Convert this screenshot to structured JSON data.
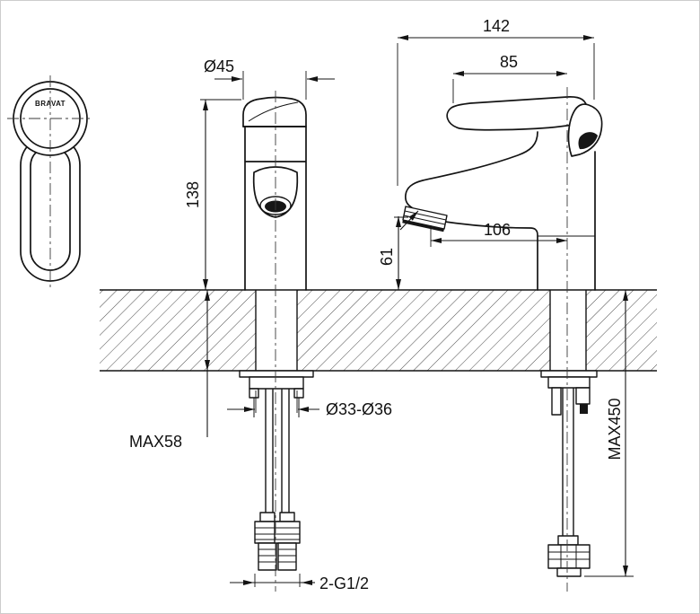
{
  "drawing": {
    "brand_label": "BRAVAT",
    "line_color": "#141414",
    "background": "#ffffff",
    "dimensions": {
      "overall_depth": "142",
      "handle_projection": "85",
      "handle_diameter": "Ø45",
      "body_height": "138",
      "spout_projection": "106",
      "spout_height": "61",
      "mounting_hole_diameter": "Ø33-Ø36",
      "max_deck_thickness": "MAX58",
      "max_hose_length": "MAX450",
      "inlet_thread": "2-G1/2"
    }
  }
}
